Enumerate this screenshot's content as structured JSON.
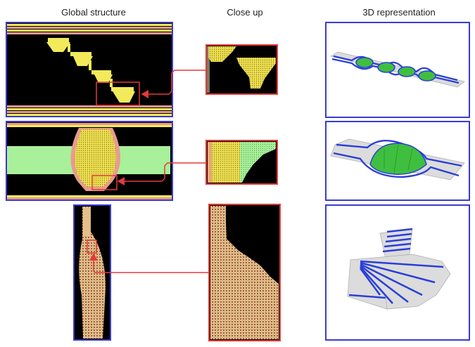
{
  "headers": {
    "global": "Global structure",
    "closeup": "Close up",
    "representation": "3D representation"
  },
  "colors": {
    "panel_frame": "#3a3ad0",
    "closeup_frame": "#e23a3a",
    "arrow": "#e23a3a",
    "black": "#000000",
    "yellow": "#f2ea5a",
    "tan": "#e9c48a",
    "light_green": "#a8f09a",
    "pink_strip": "#e99a8f",
    "blue_track": "#2a3fd6",
    "grey_surface": "#dcdcdc",
    "green_dome": "#3fbf3f"
  },
  "rows": [
    {
      "name": "row-1",
      "structure": "four-cone-chain"
    },
    {
      "name": "row-2",
      "structure": "single-dome"
    },
    {
      "name": "row-3",
      "structure": "taper"
    }
  ]
}
